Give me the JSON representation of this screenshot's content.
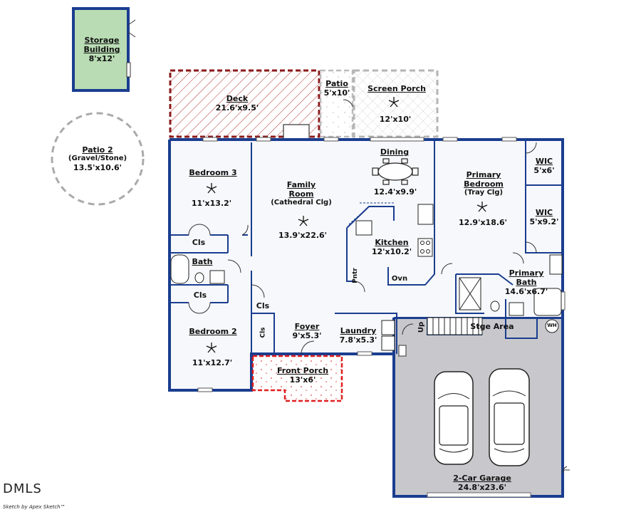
{
  "rooms": {
    "storage": {
      "name": "Storage",
      "name2": "Building",
      "dim": "8'x12'"
    },
    "patio2": {
      "name": "Patio 2",
      "sub": "(Gravel/Stone)",
      "dim": "13.5'x10.6'"
    },
    "deck": {
      "name": "Deck",
      "dim": "21.6'x9.5'"
    },
    "patio": {
      "name": "Patio",
      "dim": "5'x10'"
    },
    "screen_porch": {
      "name": "Screen Porch",
      "dim": "12'x10'"
    },
    "bedroom3": {
      "name": "Bedroom 3",
      "dim": "11'x13.2'"
    },
    "family": {
      "name": "Family",
      "name2": "Room",
      "sub": "(Cathedral Clg)",
      "dim": "13.9'x22.6'"
    },
    "dining": {
      "name": "Dining",
      "dim": "12.4'x9.9'"
    },
    "primary_bed": {
      "name": "Primary",
      "name2": "Bedroom",
      "sub": "(Tray Clg)",
      "dim": "12.9'x18.6'"
    },
    "wic1": {
      "name": "WIC",
      "dim": "5'x6'"
    },
    "wic2": {
      "name": "WIC",
      "dim": "5'x9.2'"
    },
    "cls1": {
      "name": "Cls"
    },
    "bath": {
      "name": "Bath"
    },
    "cls2": {
      "name": "Cls"
    },
    "kitchen": {
      "name": "Kitchen",
      "dim": "12'x10.2'"
    },
    "pntr": {
      "name": "Pntr"
    },
    "ovn": {
      "name": "Ovn"
    },
    "primary_bath": {
      "name": "Primary",
      "name2": "Bath",
      "dim": "14.6'x6.7'"
    },
    "cls3": {
      "name": "Cls"
    },
    "cls4": {
      "name": "Cls"
    },
    "foyer": {
      "name": "Foyer",
      "dim": "9'x5.3'"
    },
    "laundry": {
      "name": "Laundry",
      "dim": "7.8'x5.3'"
    },
    "up": {
      "name": "Up"
    },
    "stge": {
      "name": "Stge",
      "name2": "Area"
    },
    "wh": {
      "name": "WH"
    },
    "bedroom2": {
      "name": "Bedroom 2",
      "dim": "11'x12.7'"
    },
    "front_porch": {
      "name": "Front Porch",
      "dim": "13'x6'"
    },
    "garage": {
      "name": "2-Car Garage",
      "dim": "24.8'x23.6'"
    }
  },
  "footer": {
    "brand": "DMLS",
    "credit": "Sketch by Apex Sketch™"
  },
  "colors": {
    "wall": "#1a3d8f",
    "garage_fill": "#c8c8cc",
    "storage_fill": "#b9dcb4",
    "deck_outline": "#8b1a1a",
    "porch_outline": "#e02020",
    "patio_outline": "#b5b5b5"
  }
}
